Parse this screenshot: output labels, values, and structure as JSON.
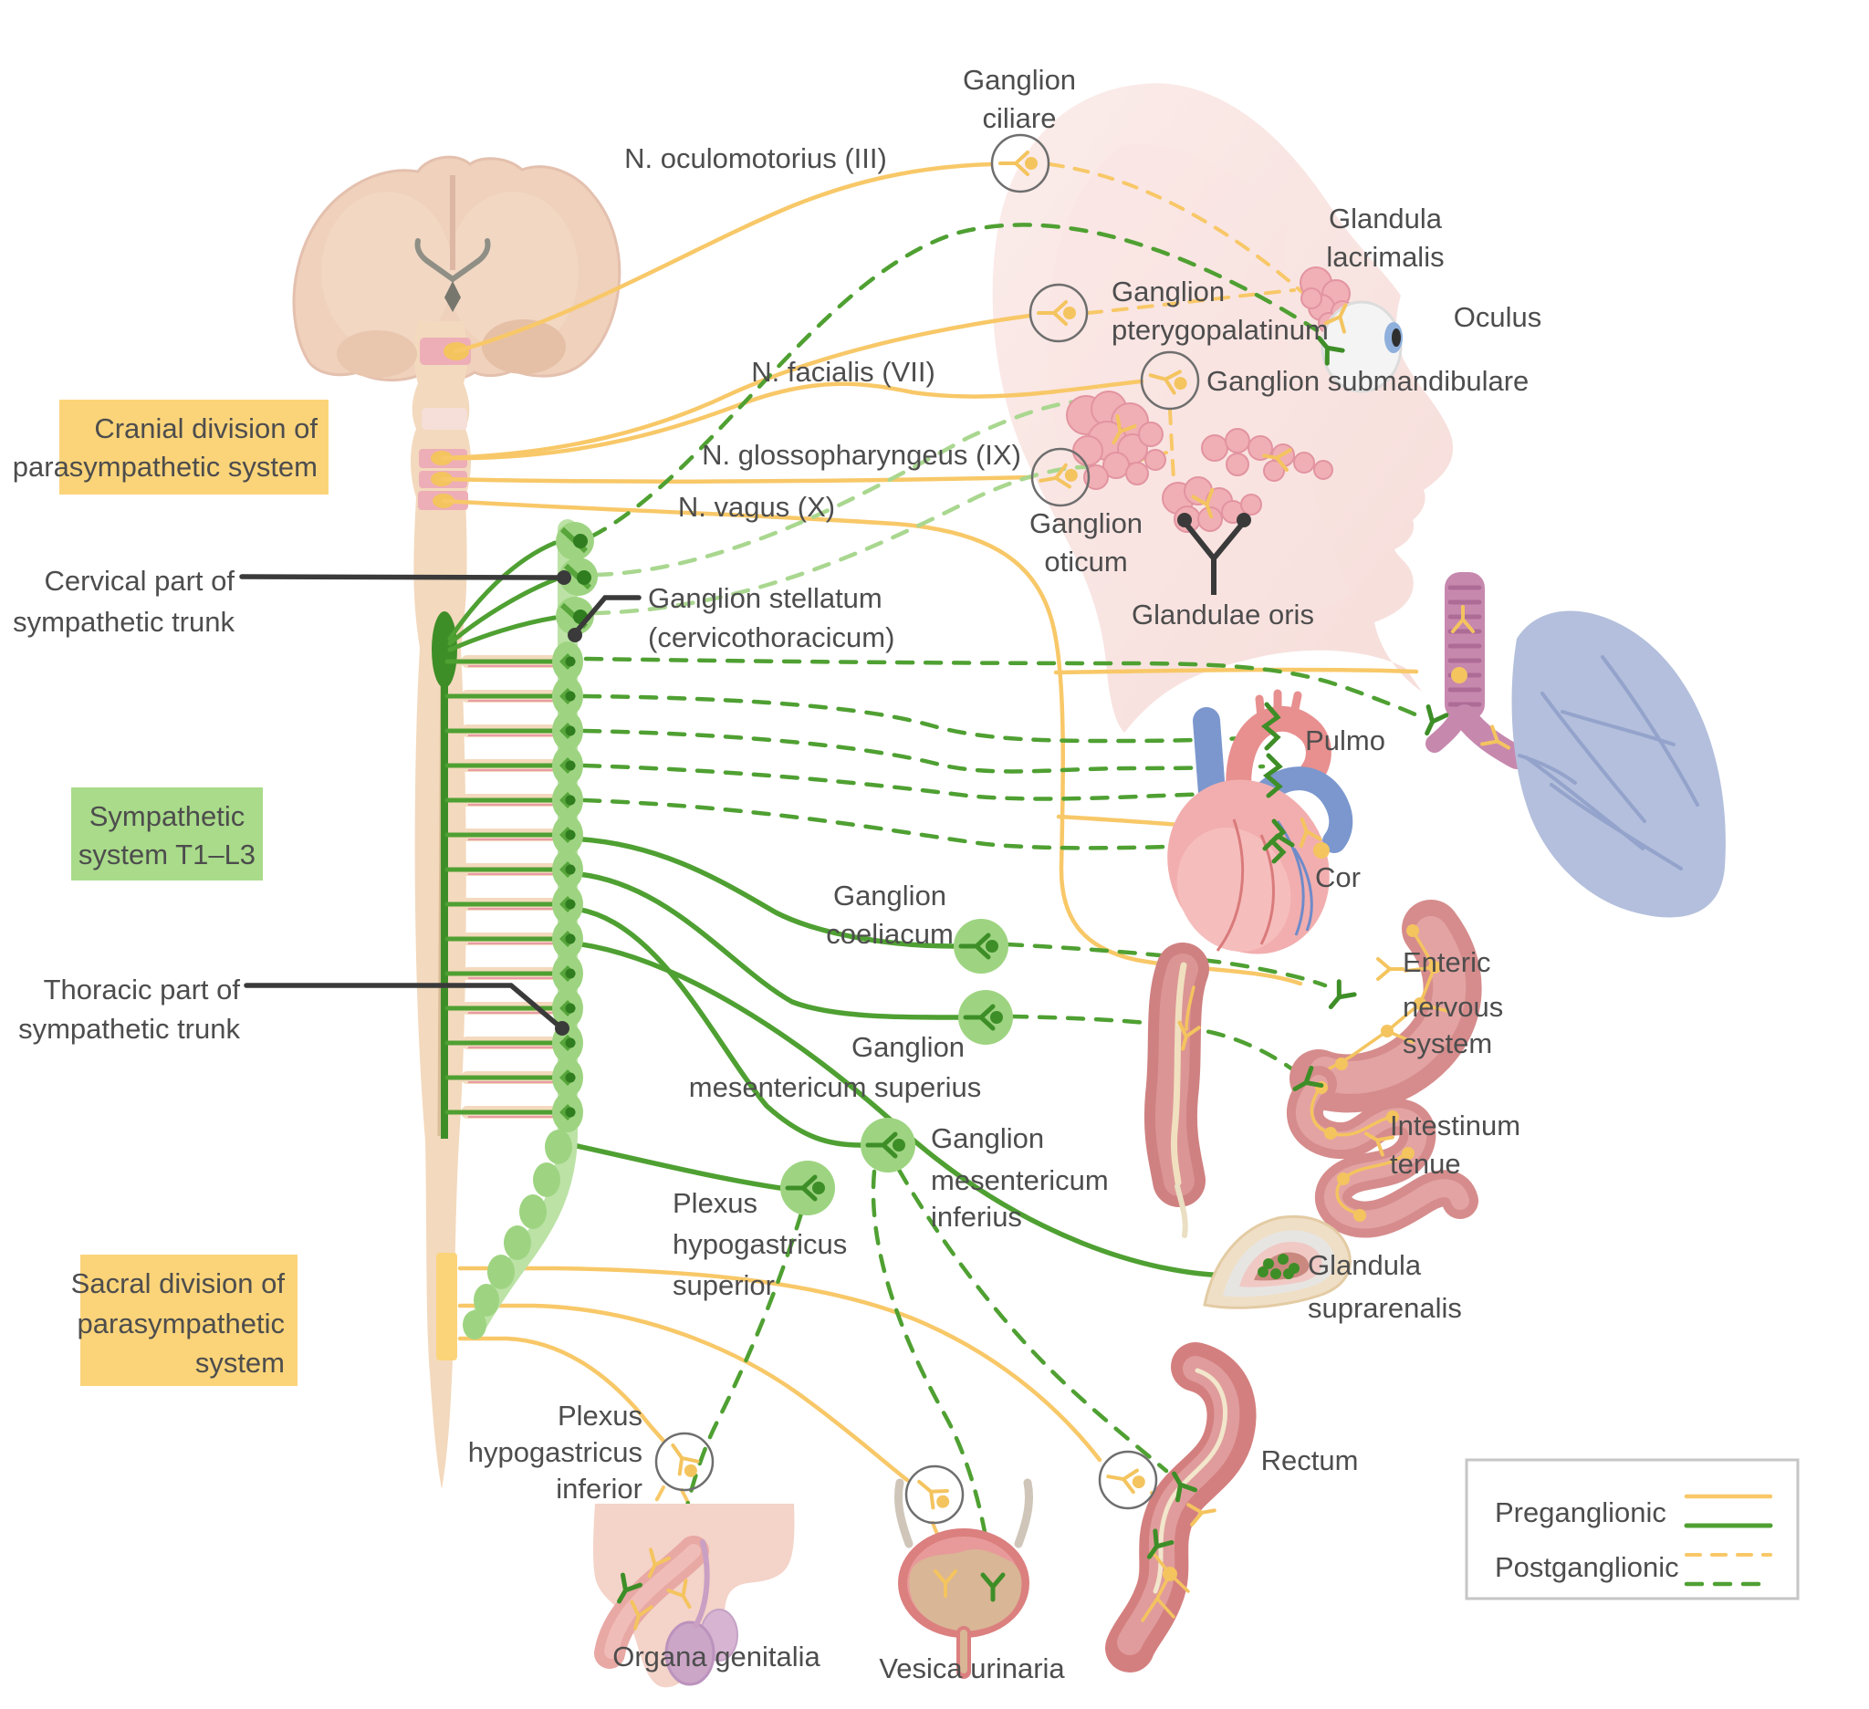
{
  "palette": {
    "preganglionic_yellow": "#F8C868",
    "postganglionic_yellow": "#F8C868",
    "preganglionic_green": "#4FA032",
    "postganglionic_green": "#4FA032",
    "light_green": "#A9D78F",
    "chain_green": "#9ED481",
    "dark_green": "#3E8E28",
    "dot_yellow": "#F4C45F",
    "label_text": "#4D4D4D",
    "yellow_box": "#FBD47A",
    "green_box": "#A9DB8A",
    "leader_black": "#3A3A3A"
  },
  "labels": {
    "ganglion_ciliare": {
      "lines": [
        "Ganglion",
        "ciliare"
      ]
    },
    "n_oculomotorius": {
      "lines": [
        "N. oculomotorius (III)"
      ]
    },
    "glandula_lacrimalis": {
      "lines": [
        "Glandula",
        "lacrimalis"
      ]
    },
    "ganglion_pterygopalatinum": {
      "lines": [
        "Ganglion",
        "pterygopalatinum"
      ]
    },
    "oculus": {
      "lines": [
        "Oculus"
      ]
    },
    "ganglion_submandibulare": {
      "lines": [
        "Ganglion submandibulare"
      ]
    },
    "n_facialis": {
      "lines": [
        "N. facialis (VII)"
      ]
    },
    "n_glossopharyngeus": {
      "lines": [
        "N. glossopharyngeus (IX)"
      ]
    },
    "n_vagus": {
      "lines": [
        "N. vagus (X)"
      ]
    },
    "ganglion_oticum": {
      "lines": [
        "Ganglion",
        "oticum"
      ]
    },
    "glandulae_oris": {
      "lines": [
        "Glandulae oris"
      ]
    },
    "cranial_box": {
      "lines": [
        "Cranial division of",
        "parasympathetic system"
      ]
    },
    "cervical_part": {
      "lines": [
        "Cervical part of",
        "sympathetic trunk"
      ]
    },
    "ganglion_stellatum": {
      "lines": [
        "Ganglion stellatum",
        "(cervicothoracicum)"
      ]
    },
    "pulmo": {
      "lines": [
        "Pulmo"
      ]
    },
    "sympathetic_box": {
      "lines": [
        "Sympathetic",
        "system T1–L3"
      ]
    },
    "cor": {
      "lines": [
        "Cor"
      ]
    },
    "ganglion_coeliacum": {
      "lines": [
        "Ganglion",
        "coeliacum"
      ]
    },
    "thoracic_part": {
      "lines": [
        "Thoracic part of",
        "sympathetic trunk"
      ]
    },
    "ganglion_mesentericum_superius": {
      "lines": [
        "Ganglion",
        "mesentericum superius"
      ]
    },
    "enteric_nervous_system": {
      "lines": [
        "Enteric",
        "nervous",
        "system"
      ]
    },
    "intestinum_tenue": {
      "lines": [
        "Intestinum",
        "tenue"
      ]
    },
    "ganglion_mesentericum_inferius": {
      "lines": [
        "Ganglion",
        "mesentericum",
        "inferius"
      ]
    },
    "plexus_hypogastricus_superior": {
      "lines": [
        "Plexus",
        "hypogastricus",
        "superior"
      ]
    },
    "glandula_suprarenalis": {
      "lines": [
        "Glandula",
        "suprarenalis"
      ]
    },
    "sacral_box": {
      "lines": [
        "Sacral division of",
        "parasympathetic",
        "system"
      ]
    },
    "plexus_hypogastricus_inferior": {
      "lines": [
        "Plexus",
        "hypogastricus",
        "inferior"
      ]
    },
    "rectum": {
      "lines": [
        "Rectum"
      ]
    },
    "organa_genitalia": {
      "lines": [
        "Organa genitalia"
      ]
    },
    "vesica_urinaria": {
      "lines": [
        "Vesica urinaria"
      ]
    }
  },
  "legend": {
    "preganglionic": "Preganglionic",
    "postganglionic": "Postganglionic"
  }
}
